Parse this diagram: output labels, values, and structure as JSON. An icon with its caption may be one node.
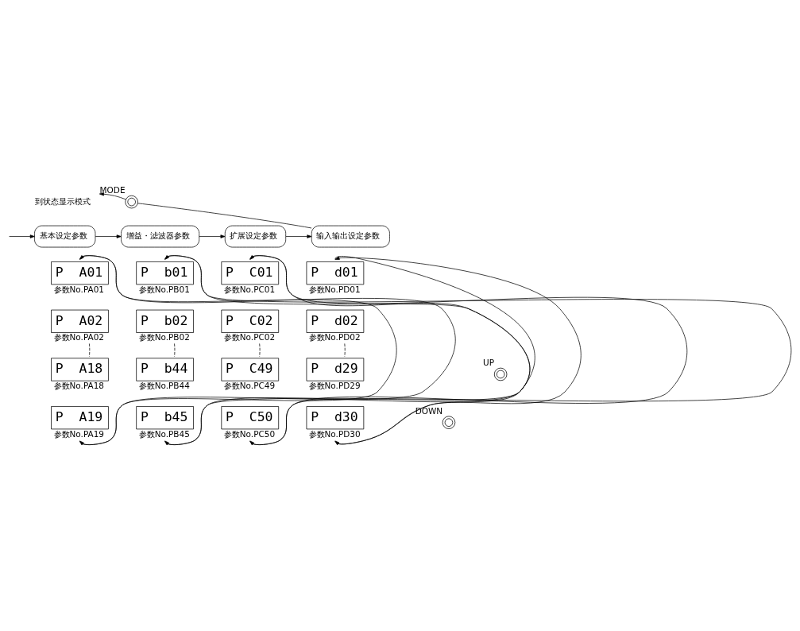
{
  "diagram": {
    "nodes": [
      {
        "text": [
          "到状态显示模式"
        ]
      },
      {
        "text": [],
        "shape": "circle",
        "beside": [
          "MODE"
        ]
      },
      {
        "text": [
          "基本设定参数"
        ]
      },
      {
        "text": [
          "增益・滤波器参数"
        ]
      },
      {
        "text": [
          "扩展设定参数"
        ]
      },
      {
        "text": [
          "输入输出设定参数"
        ]
      },
      {
        "text": [
          "P  A01"
        ],
        "beside": [
          "参数No.PA01"
        ]
      },
      {
        "text": [
          "P  A02"
        ],
        "beside": [
          "参数No.PA02"
        ]
      },
      {
        "text": [
          "P  A18"
        ],
        "beside": [
          "参数No.PA18"
        ]
      },
      {
        "text": [
          "P  A19"
        ],
        "beside": [
          "参数No.PA19"
        ]
      },
      {
        "text": [
          "P  b01"
        ],
        "beside": [
          "参数No.PB01"
        ]
      },
      {
        "text": [
          "P  b02"
        ],
        "beside": [
          "参数No.PB02"
        ]
      },
      {
        "text": [
          "P  b44"
        ],
        "beside": [
          "参数No.PB44"
        ]
      },
      {
        "text": [
          "P  b45"
        ],
        "beside": [
          "参数No.PB45"
        ]
      },
      {
        "text": [
          "P  C01"
        ],
        "beside": [
          "参数No.PC01"
        ]
      },
      {
        "text": [
          "P  C02"
        ],
        "beside": [
          "参数No.PC02"
        ]
      },
      {
        "text": [
          "P  C49"
        ],
        "beside": [
          "参数No.PC49"
        ]
      },
      {
        "text": [
          "P  C50"
        ],
        "beside": [
          "参数No.PC50"
        ]
      },
      {
        "text": [
          "P  d01"
        ],
        "beside": [
          "参数No.PD01"
        ]
      },
      {
        "text": [
          "P  d02"
        ],
        "beside": [
          "参数No.PD02"
        ]
      },
      {
        "text": [
          "P  d29"
        ],
        "beside": [
          "参数No.PD29"
        ]
      },
      {
        "text": [
          "P  d30"
        ],
        "beside": [
          "参数No.PD30"
        ]
      },
      {
        "text": [],
        "shape": "circle",
        "beside": [
          "UP"
        ]
      },
      {
        "text": [],
        "shape": "circle",
        "beside": [
          "DOWN"
        ]
      }
    ],
    "edges": [
      {
        "from": null,
        "to": 2,
        "arrow": "to"
      },
      {
        "from": 2,
        "to": 3,
        "arrow": "to"
      },
      {
        "from": 3,
        "to": 4,
        "arrow": "to"
      },
      {
        "from": 4,
        "to": 5,
        "arrow": "to"
      },
      {
        "from": 5,
        "to": 1,
        "arrow": "none"
      },
      {
        "from": 1,
        "to": 0,
        "arrow": "to"
      },
      {
        "from": 7,
        "to": 8,
        "arrow": "none",
        "style": "dashed"
      },
      {
        "from": 9,
        "to": 6,
        "arrow": "to"
      },
      {
        "from": 6,
        "to": 9,
        "arrow": "to"
      },
      {
        "from": 11,
        "to": 12,
        "arrow": "none",
        "style": "dashed"
      },
      {
        "from": 13,
        "to": 10,
        "arrow": "to"
      },
      {
        "from": 10,
        "to": 13,
        "arrow": "to"
      },
      {
        "from": 15,
        "to": 16,
        "arrow": "none",
        "style": "dashed"
      },
      {
        "from": 17,
        "to": 14,
        "arrow": "to"
      },
      {
        "from": 14,
        "to": 17,
        "arrow": "to"
      },
      {
        "from": 19,
        "to": 20,
        "arrow": "none",
        "style": "dashed"
      },
      {
        "from": 21,
        "to": 18,
        "arrow": "to"
      },
      {
        "from": 18,
        "to": 21,
        "arrow": "to"
      }
    ]
  }
}
